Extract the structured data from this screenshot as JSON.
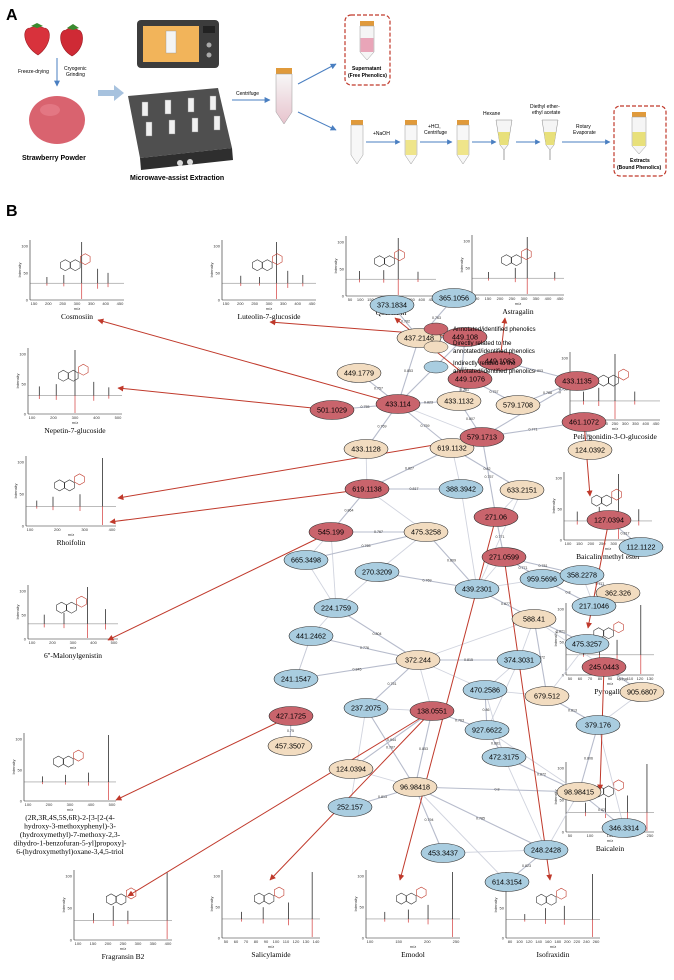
{
  "panel_a": {
    "letter": "A",
    "steps": {
      "freeze_drying": "Freeze-drying",
      "cryogenic": "Cryogenic\nGrinding",
      "powder": "Strawberry Powder",
      "extraction": "Microwave-assist Extraction",
      "centrifuge": "Centrifuge",
      "supernatant": "Supernatant\n(Free Phenolics)",
      "naoh": "+NaOH",
      "hcl": "+HCl,\nCentrifuge",
      "hexane": "Hexane",
      "diethyl": "Diethyl ether-\nethyl acetate",
      "rotary": "Rotary\nEvaporate",
      "extracts": "Extracts\n(Bound Phenolics)"
    }
  },
  "panel_b": {
    "letter": "B",
    "legend": [
      {
        "label": "Annotated/identified phenolics",
        "color": "#c9646c"
      },
      {
        "label": "Directly related to the\nannotated/identified phenolics",
        "color": "#f2dcc0"
      },
      {
        "label": "Indirectly related to the\nannotated/identified phenolics",
        "color": "#a9cde0"
      }
    ],
    "colors": {
      "annotated": "#c9646c",
      "direct": "#f2dcc0",
      "indirect": "#a9cde0",
      "arrow": "#c0392b"
    },
    "spectra": [
      {
        "key": "cosmosiin",
        "title": "Cosmosiin",
        "xt": [
          "150",
          "200",
          "250",
          "300",
          "350",
          "400",
          "450"
        ]
      },
      {
        "key": "luteolin",
        "title": "Luteolin-7-glucoside",
        "xt": [
          "150",
          "200",
          "250",
          "300",
          "350",
          "400",
          "450"
        ]
      },
      {
        "key": "quercitrin",
        "title": "Quercitrin",
        "xt": [
          "50",
          "100",
          "150",
          "200",
          "250",
          "300",
          "350",
          "400",
          "450"
        ]
      },
      {
        "key": "astragalin",
        "title": "Astragalin",
        "xt": [
          "100",
          "150",
          "200",
          "250",
          "300",
          "350",
          "400",
          "450"
        ]
      },
      {
        "key": "nepetin",
        "title": "Nepetin-7-glucoside",
        "xt": [
          "100",
          "200",
          "300",
          "400",
          "500"
        ]
      },
      {
        "key": "pelargonidin",
        "title": "Pelargonidin-3-O-glucoside",
        "xt": [
          "50",
          "100",
          "150",
          "200",
          "250",
          "300",
          "350",
          "400",
          "450"
        ]
      },
      {
        "key": "rhoifolin",
        "title": "Rhoifolin",
        "xt": [
          "100",
          "200",
          "300",
          "400"
        ]
      },
      {
        "key": "baicalin",
        "title": "Baicalin methyl ester",
        "xt": [
          "100",
          "150",
          "200",
          "250",
          "300",
          "350",
          "400",
          "450"
        ]
      },
      {
        "key": "malonyl",
        "title": "6''-Malonylgenistin",
        "xt": [
          "100",
          "200",
          "300",
          "400",
          "500"
        ]
      },
      {
        "key": "pyrogallol",
        "title": "Pyrogallol",
        "xt": [
          "50",
          "60",
          "70",
          "80",
          "90",
          "100",
          "110",
          "120",
          "130"
        ]
      },
      {
        "key": "complex",
        "title": "(2R,3R,4S,5S,6R)-2-[3-[2-(4-\nhydroxy-3-methoxyphenyl)-3-\n(hydroxymethyl)-7-methoxy-2,3-\ndihydro-1-benzofuran-5-yl]propoxy]-\n6-(hydroxymethyl)oxane-3,4,5-triol",
        "xt": [
          "100",
          "200",
          "300",
          "400",
          "500"
        ]
      },
      {
        "key": "baicalein",
        "title": "Baicalein",
        "xt": [
          "50",
          "100",
          "150",
          "200",
          "250"
        ]
      },
      {
        "key": "fragransin",
        "title": "Fragransin B2",
        "xt": [
          "100",
          "150",
          "200",
          "250",
          "300",
          "350",
          "400"
        ]
      },
      {
        "key": "salicylamide",
        "title": "Salicylamide",
        "xt": [
          "50",
          "60",
          "70",
          "80",
          "90",
          "100",
          "110",
          "120",
          "130",
          "140"
        ]
      },
      {
        "key": "emodol",
        "title": "Emodol",
        "xt": [
          "100",
          "150",
          "200",
          "250"
        ]
      },
      {
        "key": "isofraxidin",
        "title": "Isofraxidin",
        "xt": [
          "80",
          "100",
          "120",
          "140",
          "160",
          "180",
          "200",
          "220",
          "240",
          "260"
        ]
      }
    ],
    "axis": {
      "ylabel": "Intensity",
      "xlabel": "m/z",
      "yticks": [
        "0",
        "50",
        "100"
      ]
    },
    "nodes": [
      {
        "id": "373.1834",
        "t": "i"
      },
      {
        "id": "365.1056",
        "t": "i"
      },
      {
        "id": "437.2148",
        "t": "d"
      },
      {
        "id": "449.108",
        "t": "a"
      },
      {
        "id": "449.1076",
        "t": "a"
      },
      {
        "id": "449.1083",
        "t": "a"
      },
      {
        "id": "449.1779",
        "t": "d"
      },
      {
        "id": "433.114",
        "t": "a"
      },
      {
        "id": "433.1132",
        "t": "d"
      },
      {
        "id": "579.1708",
        "t": "d"
      },
      {
        "id": "433.1135",
        "t": "a"
      },
      {
        "id": "501.1029",
        "t": "a"
      },
      {
        "id": "433.1128",
        "t": "d"
      },
      {
        "id": "619.1132",
        "t": "d"
      },
      {
        "id": "579.1713",
        "t": "a"
      },
      {
        "id": "461.1072",
        "t": "a"
      },
      {
        "id": "124.0392",
        "t": "d"
      },
      {
        "id": "619.1138",
        "t": "a"
      },
      {
        "id": "388.3942",
        "t": "i"
      },
      {
        "id": "633.2151",
        "t": "d"
      },
      {
        "id": "271.06",
        "t": "a"
      },
      {
        "id": "127.0394",
        "t": "a"
      },
      {
        "id": "545.199",
        "t": "a"
      },
      {
        "id": "475.3258",
        "t": "d"
      },
      {
        "id": "271.0599",
        "t": "a"
      },
      {
        "id": "112.1122",
        "t": "i"
      },
      {
        "id": "665.3498",
        "t": "i"
      },
      {
        "id": "959.5696",
        "t": "i"
      },
      {
        "id": "358.2278",
        "t": "i"
      },
      {
        "id": "362.326",
        "t": "d"
      },
      {
        "id": "270.3209",
        "t": "i"
      },
      {
        "id": "439.2301",
        "t": "i"
      },
      {
        "id": "217.1046",
        "t": "i"
      },
      {
        "id": "224.1759",
        "t": "i"
      },
      {
        "id": "588.41",
        "t": "d"
      },
      {
        "id": "441.2462",
        "t": "i"
      },
      {
        "id": "475.3257",
        "t": "i"
      },
      {
        "id": "372.244",
        "t": "d"
      },
      {
        "id": "241.1547",
        "t": "i"
      },
      {
        "id": "374.3031",
        "t": "i"
      },
      {
        "id": "245.0443",
        "t": "a"
      },
      {
        "id": "905.6807",
        "t": "d"
      },
      {
        "id": "679.512",
        "t": "d"
      },
      {
        "id": "427.1725",
        "t": "a"
      },
      {
        "id": "470.2586",
        "t": "i"
      },
      {
        "id": "379.176",
        "t": "i"
      },
      {
        "id": "457.3507",
        "t": "d"
      },
      {
        "id": "237.2075",
        "t": "i"
      },
      {
        "id": "138.0551",
        "t": "a"
      },
      {
        "id": "927.6622",
        "t": "i"
      },
      {
        "id": "472.3175",
        "t": "i"
      },
      {
        "id": "124.0394",
        "t": "d"
      },
      {
        "id": "96.98418",
        "t": "d"
      },
      {
        "id": "98.98415",
        "t": "d"
      },
      {
        "id": "252.157",
        "t": "i"
      },
      {
        "id": "346.3314",
        "t": "i"
      },
      {
        "id": "248.2428",
        "t": "i"
      },
      {
        "id": "453.3437",
        "t": "i"
      },
      {
        "id": "614.3154",
        "t": "i"
      }
    ],
    "edges": [
      {
        "a": "373.1834",
        "b": "437.2148",
        "w": "0.782"
      },
      {
        "a": "365.1056",
        "b": "437.2148",
        "w": "0.763"
      },
      {
        "a": "437.2148",
        "b": "433.114",
        "w": "0.853"
      },
      {
        "a": "449.108",
        "b": "433.114",
        "w": "0.807"
      },
      {
        "a": "437.2148",
        "b": "449.108",
        "w": "0.797"
      },
      {
        "a": "449.108",
        "b": "433.1132",
        "w": "0.817"
      },
      {
        "a": "449.1076",
        "b": "433.1132",
        "w": "0.781"
      },
      {
        "a": "449.1779",
        "b": "433.114",
        "w": "0.757"
      },
      {
        "a": "501.1029",
        "b": "433.114",
        "w": "0.755"
      },
      {
        "a": "433.114",
        "b": "433.1132",
        "w": "0.823"
      },
      {
        "a": "433.114",
        "b": "433.1128",
        "w": "0.769"
      },
      {
        "a": "433.114",
        "b": "619.1132",
        "w": "0.759"
      },
      {
        "a": "433.1132",
        "b": "579.1713",
        "w": "0.807"
      },
      {
        "a": "449.1076",
        "b": "579.1708",
        "w": "0.757"
      },
      {
        "a": "449.1083",
        "b": "433.1135",
        "w": "0.803"
      },
      {
        "a": "579.1708",
        "b": "433.1135",
        "w": "0.788"
      },
      {
        "a": "433.1135",
        "b": "579.1713",
        "w": "0.823"
      },
      {
        "a": "619.1132",
        "b": "579.1713",
        "w": "0.84"
      },
      {
        "a": "619.1132",
        "b": "619.1138",
        "w": "0.827"
      },
      {
        "a": "579.1713",
        "b": "461.1072",
        "w": "0.771"
      },
      {
        "a": "461.1072",
        "b": "124.0392",
        "w": "0.75"
      },
      {
        "a": "579.1713",
        "b": "271.06",
        "w": "0.757"
      },
      {
        "a": "619.1138",
        "b": "388.3942",
        "w": "0.817"
      },
      {
        "a": "619.1138",
        "b": "545.199",
        "w": "0.864"
      },
      {
        "a": "619.1132",
        "b": "633.2151",
        "w": "0.82"
      },
      {
        "a": "545.199",
        "b": "475.3258",
        "w": "0.767"
      },
      {
        "a": "271.06",
        "b": "271.0599",
        "w": "0.771"
      },
      {
        "a": "127.0394",
        "b": "112.1122",
        "w": "0.817"
      },
      {
        "a": "271.0599",
        "b": "358.2278",
        "w": "0.781"
      },
      {
        "a": "358.2278",
        "b": "362.326",
        "w": "0.771"
      },
      {
        "a": "271.0599",
        "b": "959.5696",
        "w": "0.771"
      },
      {
        "a": "475.3258",
        "b": "439.2301",
        "w": "0.809"
      },
      {
        "a": "665.3498",
        "b": "475.3258",
        "w": "0.765"
      },
      {
        "a": "270.3209",
        "b": "439.2301",
        "w": "0.769"
      },
      {
        "a": "224.1759",
        "b": "372.244",
        "w": "0.804"
      },
      {
        "a": "439.2301",
        "b": "588.41",
        "w": "0.877"
      },
      {
        "a": "959.5696",
        "b": "217.1046",
        "w": "0.8"
      },
      {
        "a": "441.2462",
        "b": "372.244",
        "w": "0.776"
      },
      {
        "a": "241.1547",
        "b": "372.244",
        "w": "0.845"
      },
      {
        "a": "588.41",
        "b": "475.3257",
        "w": "0.821"
      },
      {
        "a": "372.244",
        "b": "374.3031",
        "w": "0.815"
      },
      {
        "a": "588.41",
        "b": "679.512",
        "w": "0.772"
      },
      {
        "a": "245.0443",
        "b": "905.6807",
        "w": "0.798"
      },
      {
        "a": "679.512",
        "b": "379.176",
        "w": "0.813"
      },
      {
        "a": "427.1725",
        "b": "457.3507",
        "w": "0.75"
      },
      {
        "a": "372.244",
        "b": "237.2075",
        "w": "0.751"
      },
      {
        "a": "470.2586",
        "b": "927.6622",
        "w": "0.86"
      },
      {
        "a": "138.0551",
        "b": "927.6622",
        "w": "0.763"
      },
      {
        "a": "927.6622",
        "b": "472.3175",
        "w": "0.881"
      },
      {
        "a": "472.3175",
        "b": "98.98415",
        "w": "0.872"
      },
      {
        "a": "124.0394",
        "b": "138.0551",
        "w": "0.944"
      },
      {
        "a": "96.98418",
        "b": "98.98415",
        "w": "0.8"
      },
      {
        "a": "252.157",
        "b": "96.98418",
        "w": "0.813"
      },
      {
        "a": "98.98415",
        "b": "346.3314",
        "w": "0.82"
      },
      {
        "a": "96.98418",
        "b": "248.2428",
        "w": "0.785"
      },
      {
        "a": "96.98418",
        "b": "453.3437",
        "w": "0.794"
      },
      {
        "a": "248.2428",
        "b": "614.3154",
        "w": "0.823"
      },
      {
        "a": "379.176",
        "b": "98.98415",
        "w": "0.806"
      },
      {
        "a": "237.2075",
        "b": "96.98418",
        "w": "0.787"
      },
      {
        "a": "138.0551",
        "b": "96.98418",
        "w": "0.853"
      }
    ]
  }
}
